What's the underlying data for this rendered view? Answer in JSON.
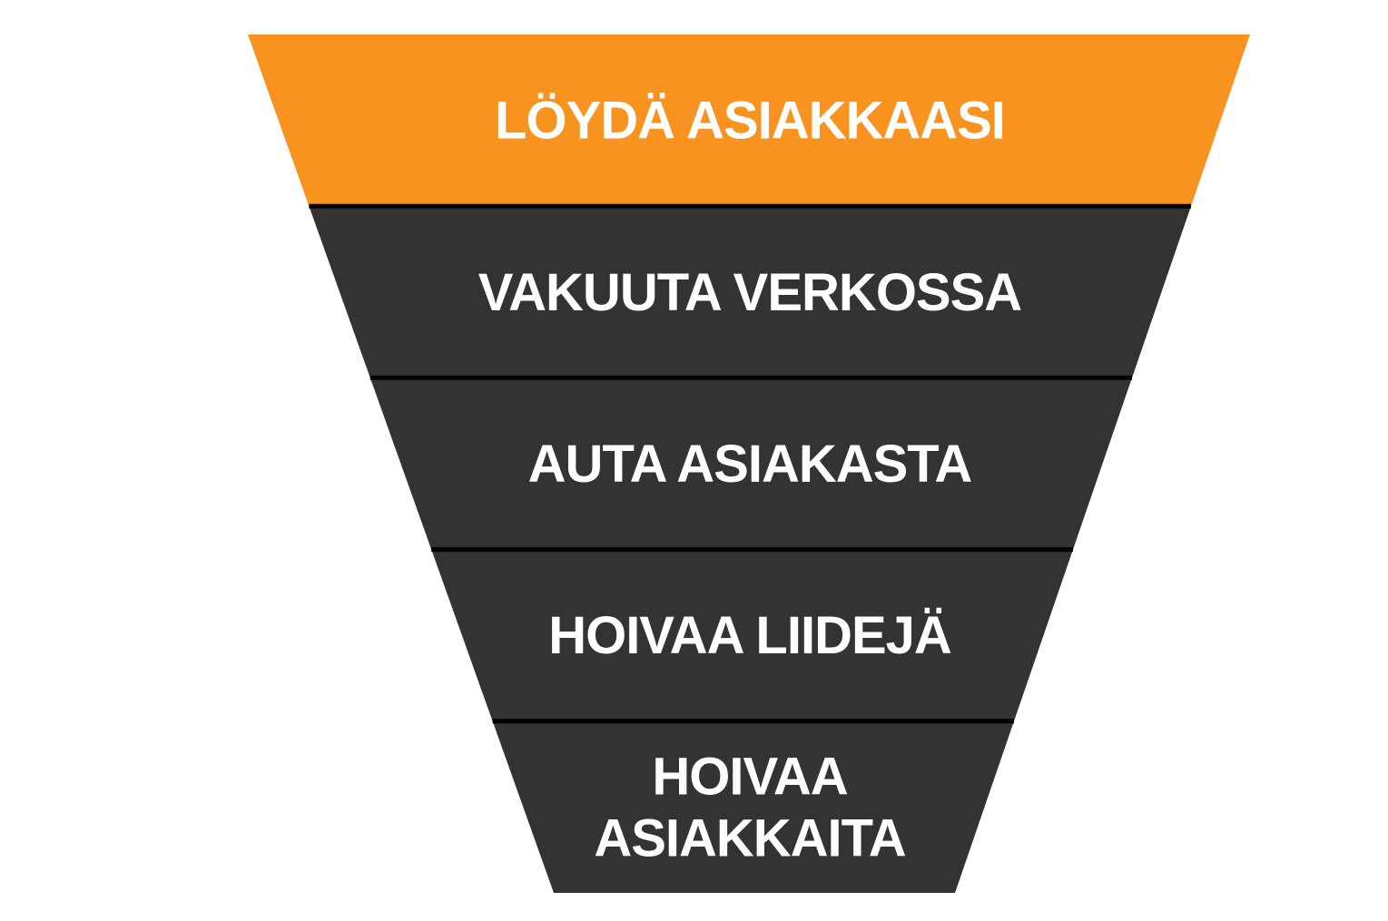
{
  "funnel": {
    "stages": [
      {
        "label_lines": [
          "LÖYDÄ ASIAKKAASI"
        ],
        "color": "#F7931E"
      },
      {
        "label_lines": [
          "VAKUUTA VERKOSSA"
        ],
        "color": "#333333"
      },
      {
        "label_lines": [
          "AUTA ASIAKASTA"
        ],
        "color": "#333333"
      },
      {
        "label_lines": [
          "HOIVAA LIIDEJÄ"
        ],
        "color": "#333333"
      },
      {
        "label_lines": [
          "HOIVAA",
          "ASIAKKAITA"
        ],
        "color": "#333333"
      }
    ],
    "divider_color": "#000000"
  }
}
